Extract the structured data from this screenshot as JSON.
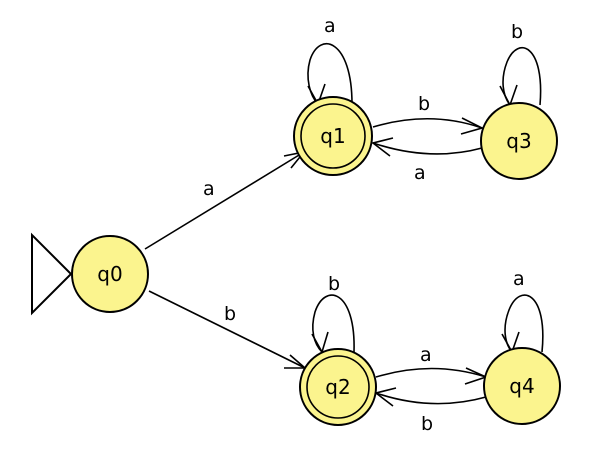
{
  "states": {
    "q0": "q0",
    "q1": "q1",
    "q2": "q2",
    "q3": "q3",
    "q4": "q4"
  },
  "accepting": [
    "q1",
    "q2"
  ],
  "start": "q0",
  "transitions": [
    {
      "from": "q0",
      "to": "q1",
      "label": "a"
    },
    {
      "from": "q0",
      "to": "q2",
      "label": "b"
    },
    {
      "from": "q1",
      "to": "q1",
      "label": "a"
    },
    {
      "from": "q1",
      "to": "q3",
      "label": "b"
    },
    {
      "from": "q3",
      "to": "q1",
      "label": "a"
    },
    {
      "from": "q3",
      "to": "q3",
      "label": "b"
    },
    {
      "from": "q2",
      "to": "q2",
      "label": "b"
    },
    {
      "from": "q2",
      "to": "q4",
      "label": "a"
    },
    {
      "from": "q4",
      "to": "q2",
      "label": "b"
    },
    {
      "from": "q4",
      "to": "q4",
      "label": "a"
    }
  ],
  "colors": {
    "state_fill": "#fbf48e",
    "stroke": "#000000",
    "background": "#ffffff"
  }
}
